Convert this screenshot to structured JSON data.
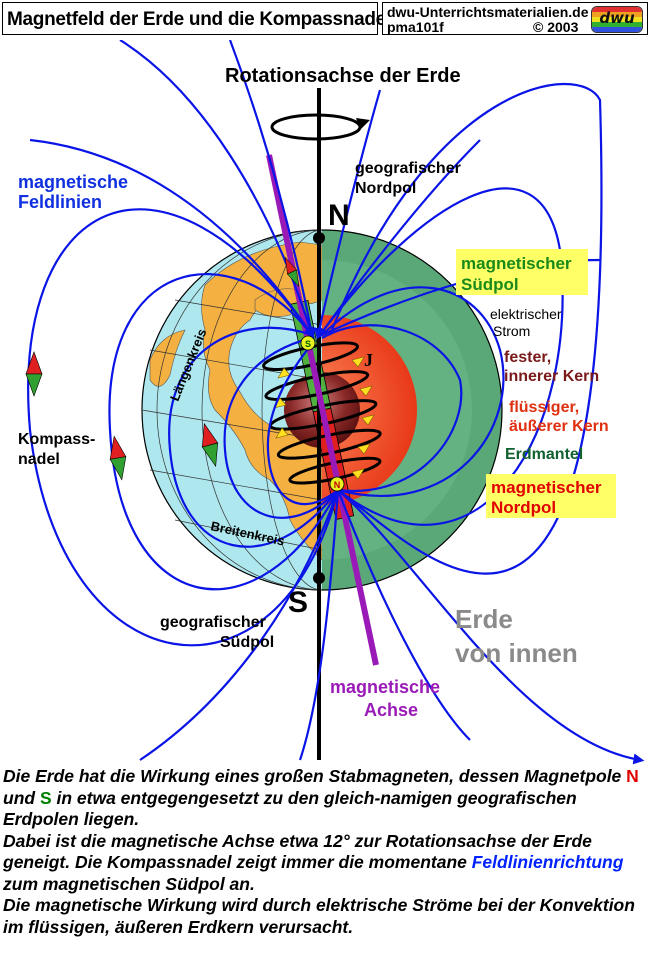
{
  "header": {
    "title": "Magnetfeld der Erde und die Kompassnadel:",
    "site": "dwu-Unterrichtsmaterialien.de",
    "code": "pma101f",
    "copyright": "© 2003",
    "logo_text": "dwu",
    "logo_colors": [
      "#e03030",
      "#f0a020",
      "#f0e020",
      "#30b030",
      "#3050e0"
    ]
  },
  "labels": {
    "rotation_axis": "Rotationsachse der Erde",
    "field_lines_1": "magnetische",
    "field_lines_2": "Feldlinien",
    "geo_north_1": "geografischer",
    "geo_north_2": "Nordpol",
    "n_letter": "N",
    "s_letter": "S",
    "mag_south_1": "magnetischer",
    "mag_south_2": "Südpol",
    "current_1": "elektrischer",
    "current_2": "Strom",
    "current_j": "J",
    "inner_core_1": "fester,",
    "inner_core_2": "innerer Kern",
    "outer_core_1": "flüssiger,",
    "outer_core_2": "äußerer Kern",
    "mantle": "Erdmantel",
    "mag_north_1": "magnetischer",
    "mag_north_2": "Nordpol",
    "compass_1": "Kompass-",
    "compass_2": "nadel",
    "meridian": "Längenkreis",
    "parallel": "Breitenkreis",
    "geo_south_1": "geografischer",
    "geo_south_2": "Südpol",
    "inside_1": "Erde",
    "inside_2": "von innen",
    "mag_axis_1": "magnetische",
    "mag_axis_2": "Achse",
    "magnet_s": "S",
    "magnet_n": "N"
  },
  "colors": {
    "field_line": "#0a14e6",
    "magnetic_axis": "#9a1ab8",
    "ocean": "#aee8ee",
    "land": "#f4b040",
    "mantle": "#5aa878",
    "outer_core": "#f05030",
    "inner_core": "#8a2a28",
    "label_box": "#ffff66",
    "mag_south_text": "#1a8a1a",
    "mag_north_text": "#e00000",
    "inner_core_text": "#7a1a1a",
    "outer_core_text": "#e03010",
    "mantle_text": "#106030",
    "inside_text": "#8a8a8a"
  },
  "caption": {
    "p1_a": "Die Erde hat die Wirkung eines großen Stabmagneten, dessen Magnetpole ",
    "p1_n": "N",
    "p1_mid": " und ",
    "p1_s": "S",
    "p1_b": " in etwa entgegengesetzt zu den gleich-namigen geografischen Erdpolen liegen.",
    "p2_a": "Dabei ist die magnetische Achse etwa 12° zur Rotationsachse der Erde geneigt. Die Kompassnadel zeigt immer die momentane ",
    "p2_link": "Feldlinienrichtung",
    "p2_b": " zum magnetischen Südpol an.",
    "p3": "Die magnetische Wirkung wird durch elektrische Ströme bei der Konvektion im flüssigen, äußeren Erdkern verursacht."
  }
}
